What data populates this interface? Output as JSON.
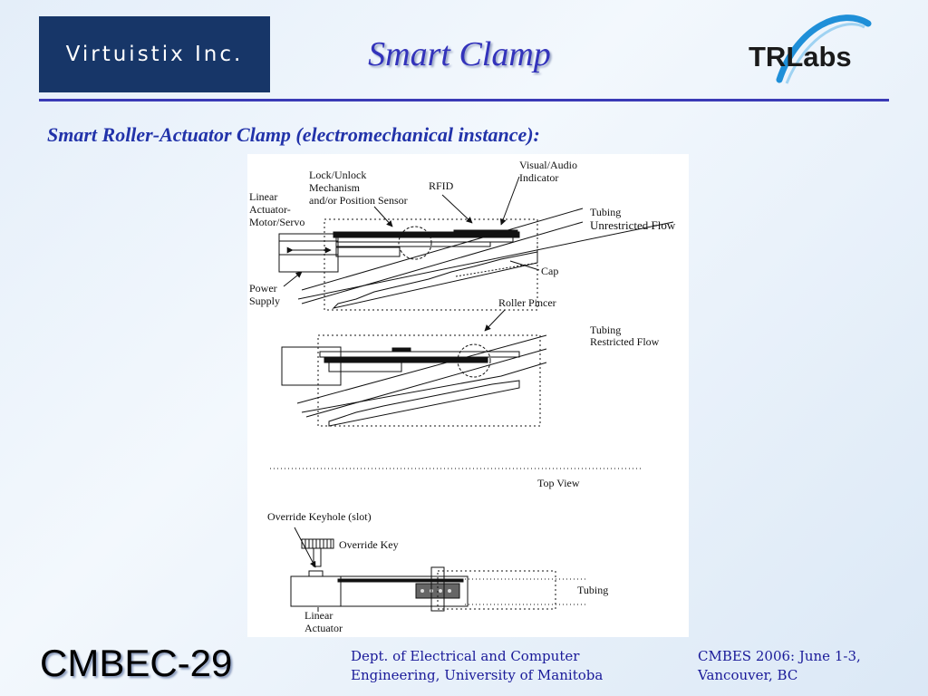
{
  "header": {
    "company_logo_text": "Virtuistix Inc.",
    "title": "Smart Clamp",
    "partner_logo_text": "TRLabs"
  },
  "subtitle": "Smart Roller-Actuator Clamp (electromechanical instance):",
  "diagram": {
    "labels": {
      "visual_audio_1": "Visual/Audio",
      "visual_audio_2": "Indicator",
      "lock_1": "Lock/Unlock",
      "lock_2": "Mechanism",
      "lock_3": "and/or Position Sensor",
      "rfid": "RFID",
      "linear_1": "Linear",
      "linear_2": "Actuator-",
      "linear_3": "Motor/Servo",
      "tubing_top": "Tubing",
      "unrestricted": "Unrestricted Flow",
      "cap": "Cap",
      "power_1": "Power",
      "power_2": "Supply",
      "roller": "Roller Pincer",
      "tubing_mid": "Tubing",
      "restricted": "Restricted Flow",
      "top_view": "Top View",
      "keyhole": "Override Keyhole (slot)",
      "override_key": "Override Key",
      "tubing_bottom": "Tubing",
      "linact_1": "Linear",
      "linact_2": "Actuator"
    }
  },
  "footer": {
    "event": "CMBEC-29",
    "dept_line1": "Dept. of Electrical and Computer",
    "dept_line2": "Engineering, University of Manitoba",
    "conf_line1": "CMBES 2006: June 1-3,",
    "conf_line2": "Vancouver, BC"
  }
}
